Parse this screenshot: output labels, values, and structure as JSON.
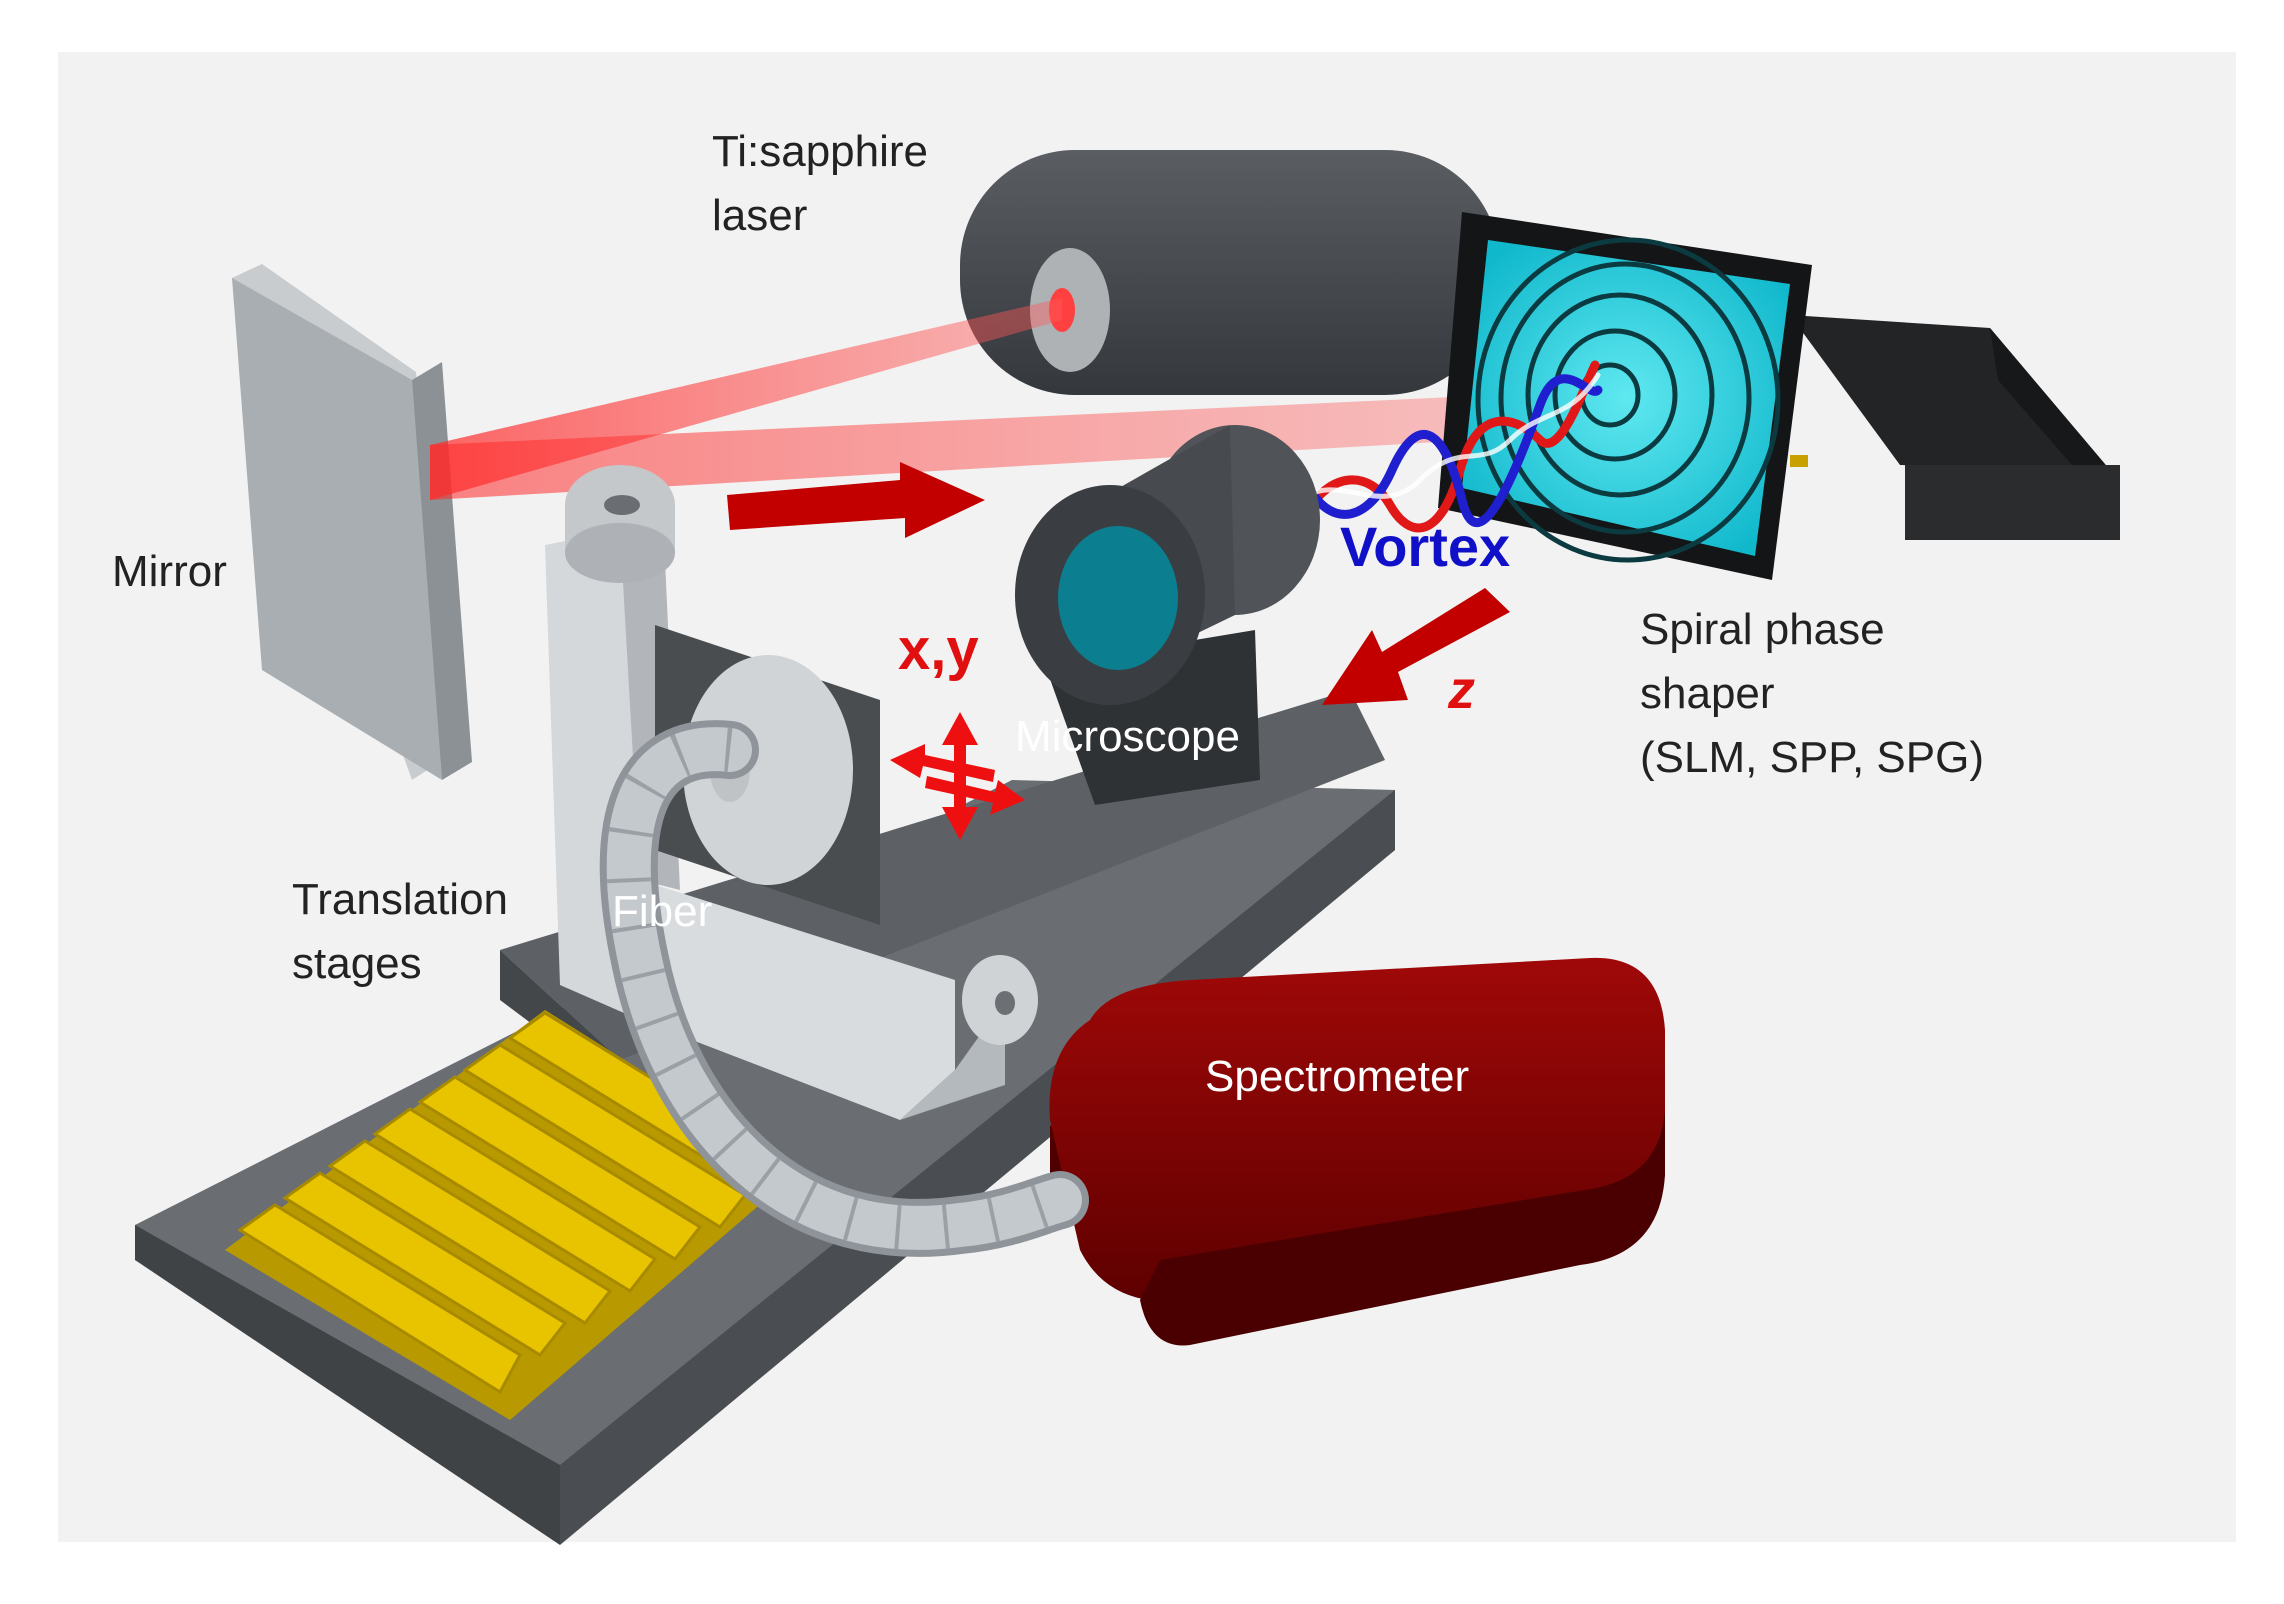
{
  "labels": {
    "laser": [
      "Ti:sapphire",
      "laser"
    ],
    "mirror": "Mirror",
    "spiral": [
      "Spiral phase",
      "shaper",
      "(SLM, SPP, SPG)"
    ],
    "vortex": "Vortex",
    "xy": "x,y",
    "z": "z",
    "microscope": "Microscope",
    "translation": [
      "Translation",
      "stages"
    ],
    "fiber": "Fiber",
    "spectrometer": "Spectrometer"
  },
  "colors": {
    "beam": "#ff3030",
    "arrow": "#c00000",
    "vortex_text": "#1010c8",
    "screen": "#20c8d8",
    "spectrometer": "#7d0000",
    "grating": "#e5c200",
    "stage": "#5a5e62",
    "device_dark": "#3d4145"
  }
}
